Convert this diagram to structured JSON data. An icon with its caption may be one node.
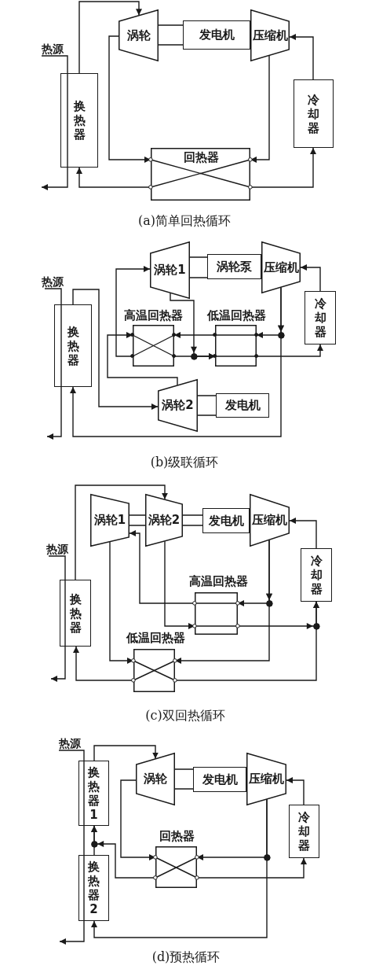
{
  "diagram": {
    "nodes": [
      {
        "text": [
          "涡轮"
        ]
      },
      {
        "text": [
          "发电机"
        ]
      },
      {
        "text": [
          "压缩机"
        ]
      },
      {
        "text": [
          "热源"
        ]
      },
      {
        "text": [
          "换热器"
        ]
      },
      {
        "text": [
          "冷却器"
        ]
      },
      {
        "text": [
          "回热器"
        ]
      },
      {
        "text": [
          "涡轮1"
        ]
      },
      {
        "text": [
          "涡轮泵"
        ]
      },
      {
        "text": [
          "压缩机"
        ]
      },
      {
        "text": [
          "热源"
        ]
      },
      {
        "text": [
          "换热器"
        ]
      },
      {
        "text": [
          "冷却器"
        ]
      },
      {
        "text": [
          "高温回热器"
        ]
      },
      {
        "text": [
          "低温回热器"
        ]
      },
      {
        "text": [
          "涡轮2"
        ]
      },
      {
        "text": [
          "发电机"
        ]
      },
      {
        "text": [
          "涡轮1"
        ]
      },
      {
        "text": [
          "涡轮2"
        ]
      },
      {
        "text": [
          "发电机"
        ]
      },
      {
        "text": [
          "压缩机"
        ]
      },
      {
        "text": [
          "热源"
        ]
      },
      {
        "text": [
          "冷却器"
        ]
      },
      {
        "text": [
          "高温回热器"
        ]
      },
      {
        "text": [
          "换热器"
        ]
      },
      {
        "text": [
          "低温回热器"
        ]
      },
      {
        "text": [
          "热源"
        ]
      },
      {
        "text": [
          "换热器1"
        ]
      },
      {
        "text": [
          "涡轮"
        ]
      },
      {
        "text": [
          "发电机"
        ]
      },
      {
        "text": [
          "压缩机"
        ]
      },
      {
        "text": [
          "冷却器"
        ]
      },
      {
        "text": [
          "回热器"
        ]
      },
      {
        "text": [
          "换热器2"
        ]
      }
    ],
    "edges": [
      {
        "from": 4,
        "to": 0,
        "arrow": "to"
      },
      {
        "from": 0,
        "to": 1,
        "arrow": "none"
      },
      {
        "from": 0,
        "to": 6,
        "arrow": "to"
      },
      {
        "from": 2,
        "to": 6,
        "arrow": "to"
      },
      {
        "from": 6,
        "to": 4,
        "arrow": "to"
      },
      {
        "from": 6,
        "to": 5,
        "arrow": "to"
      },
      {
        "from": 5,
        "to": 2,
        "arrow": "to"
      },
      {
        "from": 3,
        "to": null,
        "arrow": "to"
      },
      {
        "from": 7,
        "to": 8,
        "arrow": "none"
      },
      {
        "from": 11,
        "to": 15,
        "arrow": "to"
      },
      {
        "from": 15,
        "to": 16,
        "arrow": "none"
      },
      {
        "from": 15,
        "to": 13,
        "arrow": "to"
      },
      {
        "from": 13,
        "to": 7,
        "arrow": "to"
      },
      {
        "from": 7,
        "to": 14,
        "arrow": "to"
      },
      {
        "from": 13,
        "to": 14,
        "arrow": "to"
      },
      {
        "from": 14,
        "to": 12,
        "arrow": "to"
      },
      {
        "from": 12,
        "to": 9,
        "arrow": "to"
      },
      {
        "from": 9,
        "to": 14,
        "arrow": "to"
      },
      {
        "from": 9,
        "to": 11,
        "arrow": "to"
      },
      {
        "from": 14,
        "to": 13,
        "arrow": "to"
      },
      {
        "from": 10,
        "to": null,
        "arrow": "to"
      },
      {
        "from": 17,
        "to": 18,
        "arrow": "none"
      },
      {
        "from": 18,
        "to": 19,
        "arrow": "none"
      },
      {
        "from": 24,
        "to": 18,
        "arrow": "to"
      },
      {
        "from": 18,
        "to": 23,
        "arrow": "to"
      },
      {
        "from": 23,
        "to": 17,
        "arrow": "to"
      },
      {
        "from": 23,
        "to": 22,
        "arrow": "to"
      },
      {
        "from": 25,
        "to": 22,
        "arrow": "to"
      },
      {
        "from": 22,
        "to": 20,
        "arrow": "to"
      },
      {
        "from": 20,
        "to": 23,
        "arrow": "to"
      },
      {
        "from": 20,
        "to": 25,
        "arrow": "to"
      },
      {
        "from": 17,
        "to": 25,
        "arrow": "to"
      },
      {
        "from": 25,
        "to": 24,
        "arrow": "to"
      },
      {
        "from": 21,
        "to": null,
        "arrow": "to"
      },
      {
        "from": 27,
        "to": 28,
        "arrow": "to"
      },
      {
        "from": 28,
        "to": 29,
        "arrow": "none"
      },
      {
        "from": 31,
        "to": 30,
        "arrow": "to"
      },
      {
        "from": 30,
        "to": 32,
        "arrow": "to"
      },
      {
        "from": 30,
        "to": 33,
        "arrow": "to"
      },
      {
        "from": 28,
        "to": 32,
        "arrow": "to"
      },
      {
        "from": 32,
        "to": 27,
        "arrow": "to"
      },
      {
        "from": 33,
        "to": 27,
        "arrow": "to"
      },
      {
        "from": 32,
        "to": 31,
        "arrow": "to"
      },
      {
        "from": 26,
        "to": null,
        "arrow": "to"
      }
    ],
    "labels": [
      "(a)简单回热循环",
      "(b)级联循环",
      "(c)双回热循环",
      "(d)预热循环"
    ]
  }
}
